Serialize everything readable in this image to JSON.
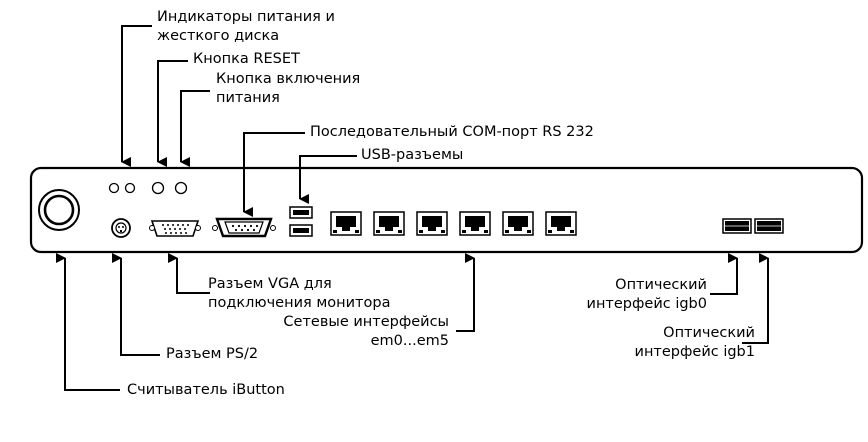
{
  "labels": {
    "indicators": [
      "Индикаторы питания и",
      "жесткого диска"
    ],
    "reset": "Кнопка RESET",
    "power": [
      "Кнопка включения",
      "питания"
    ],
    "com": "Последовательный COM-порт RS 232",
    "usb": "USB-разъемы",
    "vga": [
      "Разъем VGA для",
      "подключения монитора"
    ],
    "net": [
      "Сетевые интерфейсы",
      "em0...em5"
    ],
    "ps2": "Разъем PS/2",
    "ibutton": "Считыватель iButton",
    "igb0": [
      "Оптический",
      "интерфейс igb0"
    ],
    "igb1": [
      "Оптический",
      "интерфейс igb1"
    ]
  }
}
